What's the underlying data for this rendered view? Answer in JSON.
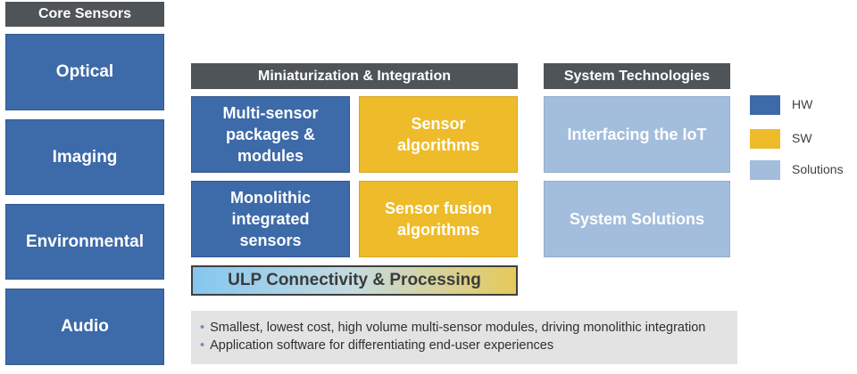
{
  "core_sensors": {
    "header": "Core Sensors",
    "items": [
      "Optical",
      "Imaging",
      "Environmental",
      "Audio"
    ]
  },
  "miniaturization": {
    "header": "Miniaturization & Integration",
    "boxes": [
      {
        "label": "Multi-sensor packages & modules",
        "kind": "HW"
      },
      {
        "label": "Sensor algorithms",
        "kind": "SW"
      },
      {
        "label": "Monolithic integrated sensors",
        "kind": "HW"
      },
      {
        "label": "Sensor fusion algorithms",
        "kind": "SW"
      }
    ],
    "connectivity": "ULP Connectivity & Processing"
  },
  "system_technologies": {
    "header": "System Technologies",
    "boxes": [
      "Interfacing the IoT",
      "System Solutions"
    ]
  },
  "legend": [
    {
      "label": "HW",
      "color": "#3d6aa8"
    },
    {
      "label": "SW",
      "color": "#eebb2a"
    },
    {
      "label": "Solutions",
      "color": "#a3bddc"
    }
  ],
  "notes": [
    "Smallest, lowest cost, high volume multi-sensor modules, driving monolithic integration",
    "Application software for differentiating end-user experiences"
  ]
}
